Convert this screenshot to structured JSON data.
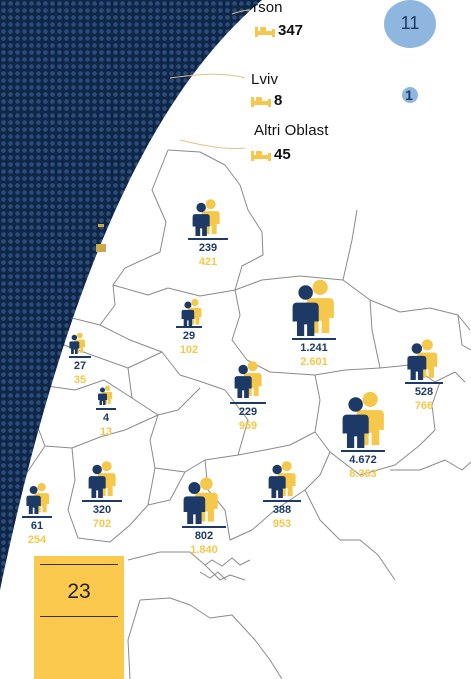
{
  "legend_items": [
    {
      "name": "rson",
      "count": "347"
    },
    {
      "name": "Lviv",
      "count": "8"
    },
    {
      "name": "Altri Oblast",
      "count": "45"
    }
  ],
  "badges": {
    "large": "11",
    "small": "1"
  },
  "highlight_box": {
    "value": "23"
  },
  "regions": [
    {
      "a": "239",
      "b": "421"
    },
    {
      "a": "29",
      "b": "102"
    },
    {
      "a": "1.241",
      "b": "2.601"
    },
    {
      "a": "27",
      "b": "35"
    },
    {
      "a": "528",
      "b": "766"
    },
    {
      "a": "4",
      "b": "13"
    },
    {
      "a": "229",
      "b": "959"
    },
    {
      "a": "4.672",
      "b": "8.363"
    },
    {
      "a": "320",
      "b": "702"
    },
    {
      "a": "388",
      "b": "953"
    },
    {
      "a": "61",
      "b": "254"
    },
    {
      "a": "802",
      "b": "1.840"
    }
  ],
  "colors": {
    "dark_blue": "#1d3a66",
    "yellow": "#f5c74a",
    "light_blue": "#8fb6df",
    "box_yellow": "#fbc94e",
    "border": "#8a8a8a"
  },
  "icons": {
    "person_pair": "person-pair-icon",
    "bed": "bed-icon"
  }
}
